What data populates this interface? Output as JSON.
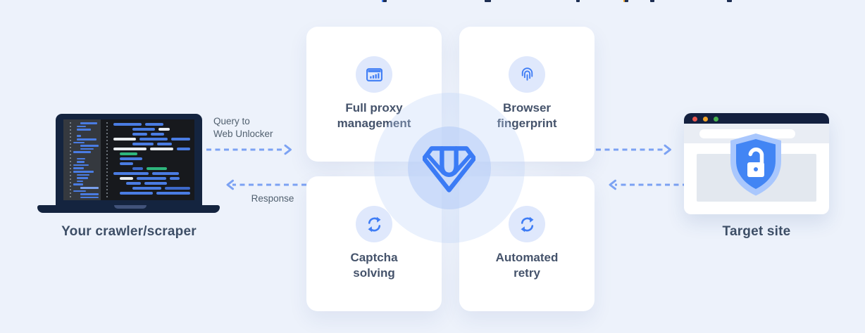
{
  "left": {
    "device": "laptop-with-code-editor",
    "label": "Your crawler/scraper"
  },
  "flow": {
    "query_label_line1": "Query to",
    "query_label_line2": "Web Unlocker",
    "response_label": "Response"
  },
  "center": {
    "logo": "web-unlocker-diamond",
    "cards": [
      {
        "id": "full-proxy-management",
        "icon": "browser-stats-icon",
        "label_line1": "Full proxy",
        "label_line2": "management"
      },
      {
        "id": "browser-fingerprint",
        "icon": "fingerprint-icon",
        "label_line1": "Browser",
        "label_line2": "fingerprint"
      },
      {
        "id": "captcha-solving",
        "icon": "refresh-icon",
        "label_line1": "Captcha",
        "label_line2": "solving"
      },
      {
        "id": "automated-retry",
        "icon": "refresh-icon",
        "label_line1": "Automated",
        "label_line2": "retry"
      }
    ]
  },
  "right": {
    "device": "browser-window-with-unlocked-shield",
    "label": "Target site"
  },
  "colors": {
    "background": "#edf2fb",
    "accent_blue": "#3b7bf5",
    "navy": "#13203f",
    "slate_text": "#45536b",
    "arrow_blue": "#7ca2f3",
    "icon_circle": "#dfe8fc",
    "shield_outer": "#a9c7fd",
    "shield_inner": "#4285f4",
    "traffic_red": "#e8564e",
    "traffic_yellow": "#f0a32a",
    "traffic_green": "#47b14f"
  }
}
